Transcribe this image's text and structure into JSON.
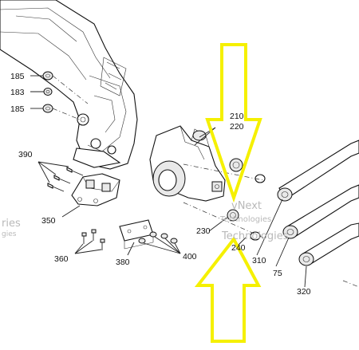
{
  "callouts": {
    "c185a": "185",
    "c183": "183",
    "c185b": "185",
    "c390": "390",
    "c350": "350",
    "c360": "360",
    "c380": "380",
    "c400": "400",
    "c210": "210",
    "c220": "220",
    "c230": "230",
    "c240": "240",
    "c310": "310",
    "c75": "75",
    "c320": "320"
  },
  "watermarks": {
    "left_top": "ries",
    "left_bottom": "gies",
    "center_top": "vNext",
    "center_mid": "Technologies",
    "center_bottom": "Technologies"
  },
  "colors": {
    "arrow": "#f5f000",
    "line": "#111111",
    "background": "#ffffff"
  }
}
